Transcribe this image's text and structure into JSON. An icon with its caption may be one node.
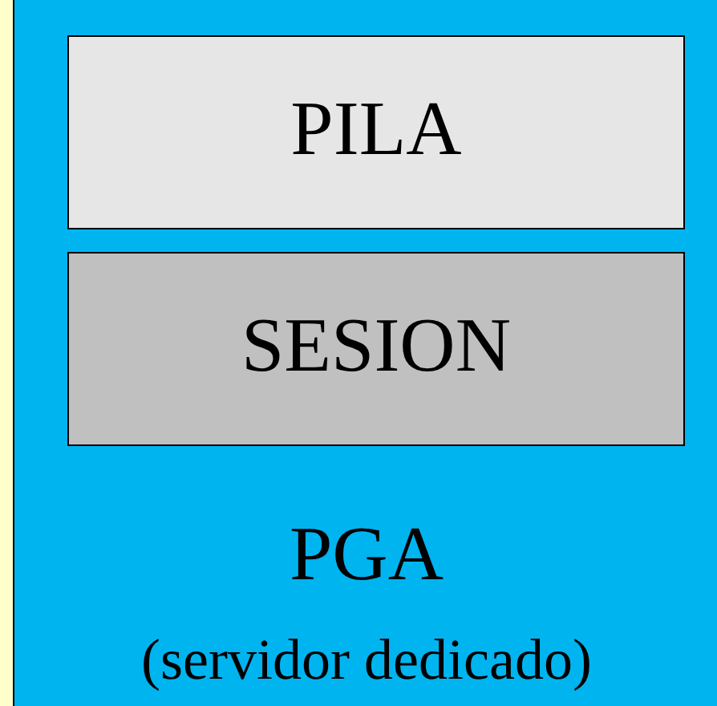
{
  "diagram": {
    "nodes": [
      {
        "text": [
          "PGA",
          "(servidor dedicado)"
        ]
      },
      {
        "text": [
          "PILA"
        ],
        "in": 0
      },
      {
        "text": [
          "SESION"
        ],
        "in": 0
      }
    ]
  }
}
